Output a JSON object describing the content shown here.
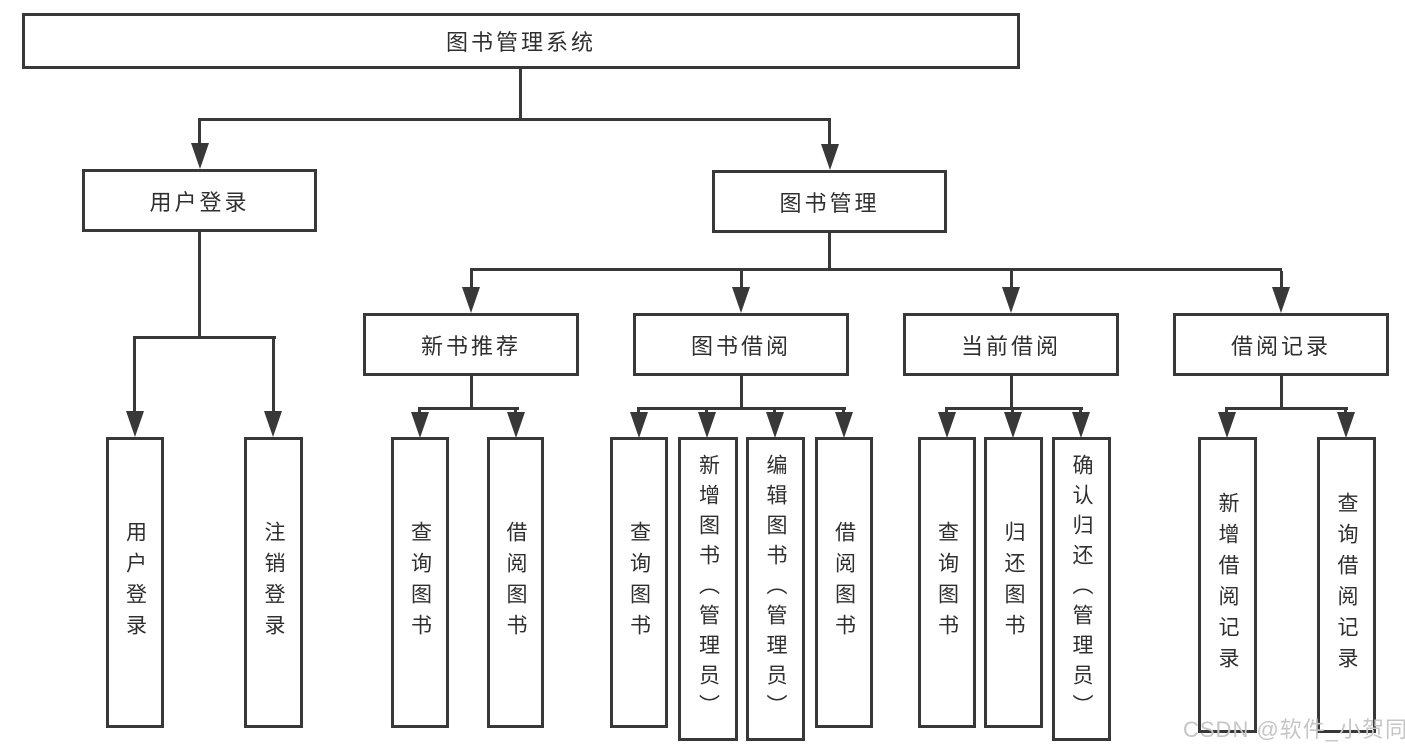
{
  "diagram": {
    "root": {
      "label": "图书管理系统"
    },
    "branches": [
      {
        "label": "用户登录",
        "children": [
          {
            "label": "用户登录"
          },
          {
            "label": "注销登录"
          }
        ]
      },
      {
        "label": "图书管理",
        "children": [
          {
            "label": "新书推荐",
            "children": [
              {
                "label": "查询图书"
              },
              {
                "label": "借阅图书"
              }
            ]
          },
          {
            "label": "图书借阅",
            "children": [
              {
                "label": "查询图书"
              },
              {
                "label": "新增图书（管理员）"
              },
              {
                "label": "编辑图书（管理员）"
              },
              {
                "label": "借阅图书"
              }
            ]
          },
          {
            "label": "当前借阅",
            "children": [
              {
                "label": "查询图书"
              },
              {
                "label": "归还图书"
              },
              {
                "label": "确认归还（管理员）"
              }
            ]
          },
          {
            "label": "借阅记录",
            "children": [
              {
                "label": "新增借阅记录"
              },
              {
                "label": "查询借阅记录"
              }
            ]
          }
        ]
      }
    ]
  },
  "watermark": {
    "text": "CSDN @软件_小贺同学"
  },
  "colors": {
    "line": "#383838",
    "text": "#2f2f2f",
    "background": "#ffffff",
    "watermark": "#c6c6c6"
  }
}
